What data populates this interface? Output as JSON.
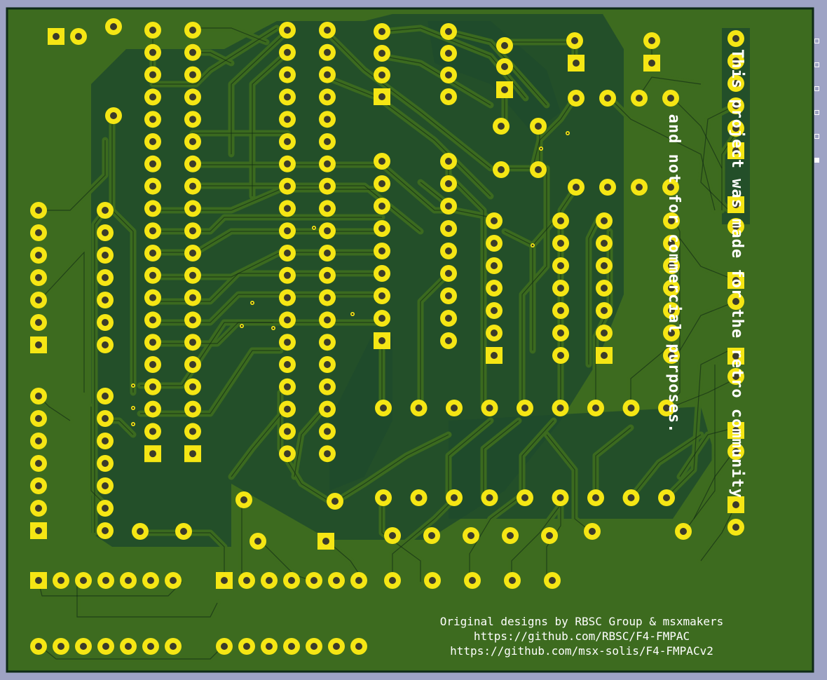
{
  "board": {
    "name": "F4-FMPAC",
    "copper_color": "#1f4a2b",
    "substrate_color": "#3d6b1f",
    "pad_color": "#f5e614",
    "silk_color": "#ffffff",
    "background_color": "#9ea3c4"
  },
  "silkscreen": {
    "notice_line1": "This project was made for the retro community",
    "notice_line2": "and not for commercial purposes.",
    "credit_line1": "Original designs by RBSC Group & msxmakers",
    "credit_line2": "https://github.com/RBSC/F4-FMPAC",
    "credit_line3": "https://github.com/msx-solis/F4-FMPACv2"
  }
}
